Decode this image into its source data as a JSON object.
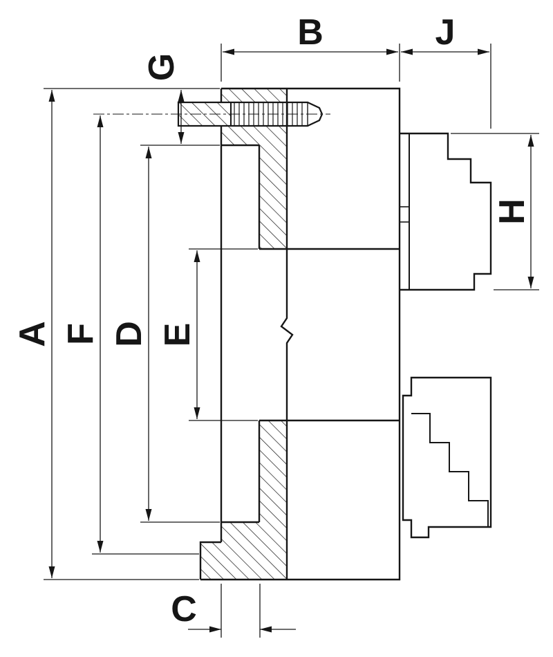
{
  "drawing": {
    "background_color": "#ffffff",
    "line_color": "#161616",
    "labels": {
      "A": "A",
      "B": "B",
      "C": "C",
      "D": "D",
      "E": "E",
      "F": "F",
      "G": "G",
      "H": "H",
      "J": "J"
    }
  }
}
